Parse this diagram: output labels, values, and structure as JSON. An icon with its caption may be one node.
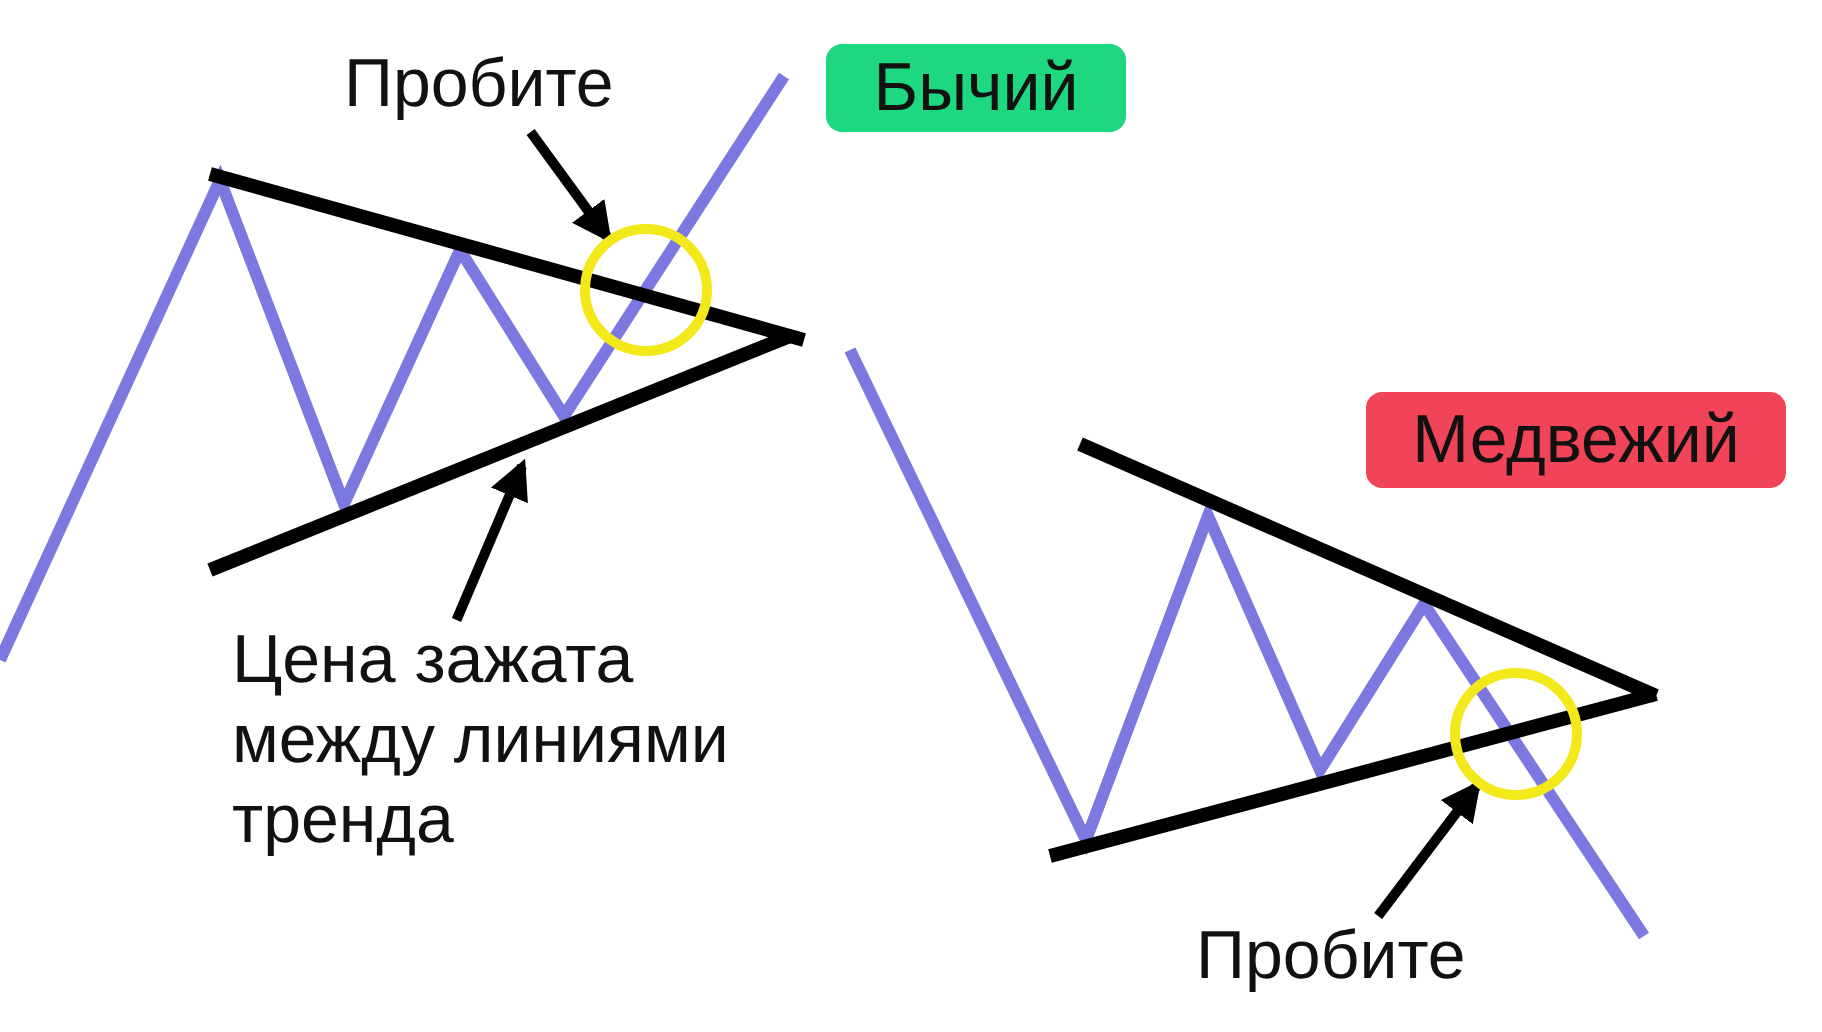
{
  "diagram": {
    "nodes": [
      {
        "text": [
          "Пробите"
        ]
      },
      {
        "text": [],
        "shape": "circle"
      },
      {
        "text": [
          "Бычий"
        ]
      },
      {
        "text": [
          "Медвежий"
        ]
      },
      {
        "text": [
          "Цена зажата между линиями тренда"
        ]
      },
      {
        "text": [],
        "shape": "circle"
      },
      {
        "text": [
          "Пробите"
        ]
      }
    ],
    "edges": [
      {
        "from": 0,
        "to": 1,
        "arrow": "to"
      },
      {
        "from": 4,
        "to": null,
        "arrow": "to"
      },
      {
        "from": 6,
        "to": 5,
        "arrow": "to"
      }
    ]
  }
}
